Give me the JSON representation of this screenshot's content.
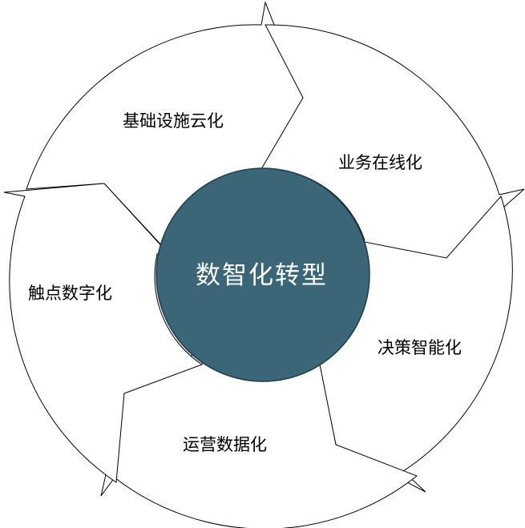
{
  "diagram": {
    "center_label": "数智化转型",
    "segments": [
      {
        "id": "infra",
        "label": "基础设施云化"
      },
      {
        "id": "business",
        "label": "业务在线化"
      },
      {
        "id": "decision",
        "label": "决策智能化"
      },
      {
        "id": "operation",
        "label": "运营数据化"
      },
      {
        "id": "touchpoint",
        "label": "触点数字化"
      }
    ],
    "colors": {
      "center_fill": "#3a6678",
      "center_stroke": "#1f3d4a",
      "arrow_fill": "#ffffff",
      "arrow_stroke": "#000000"
    }
  }
}
